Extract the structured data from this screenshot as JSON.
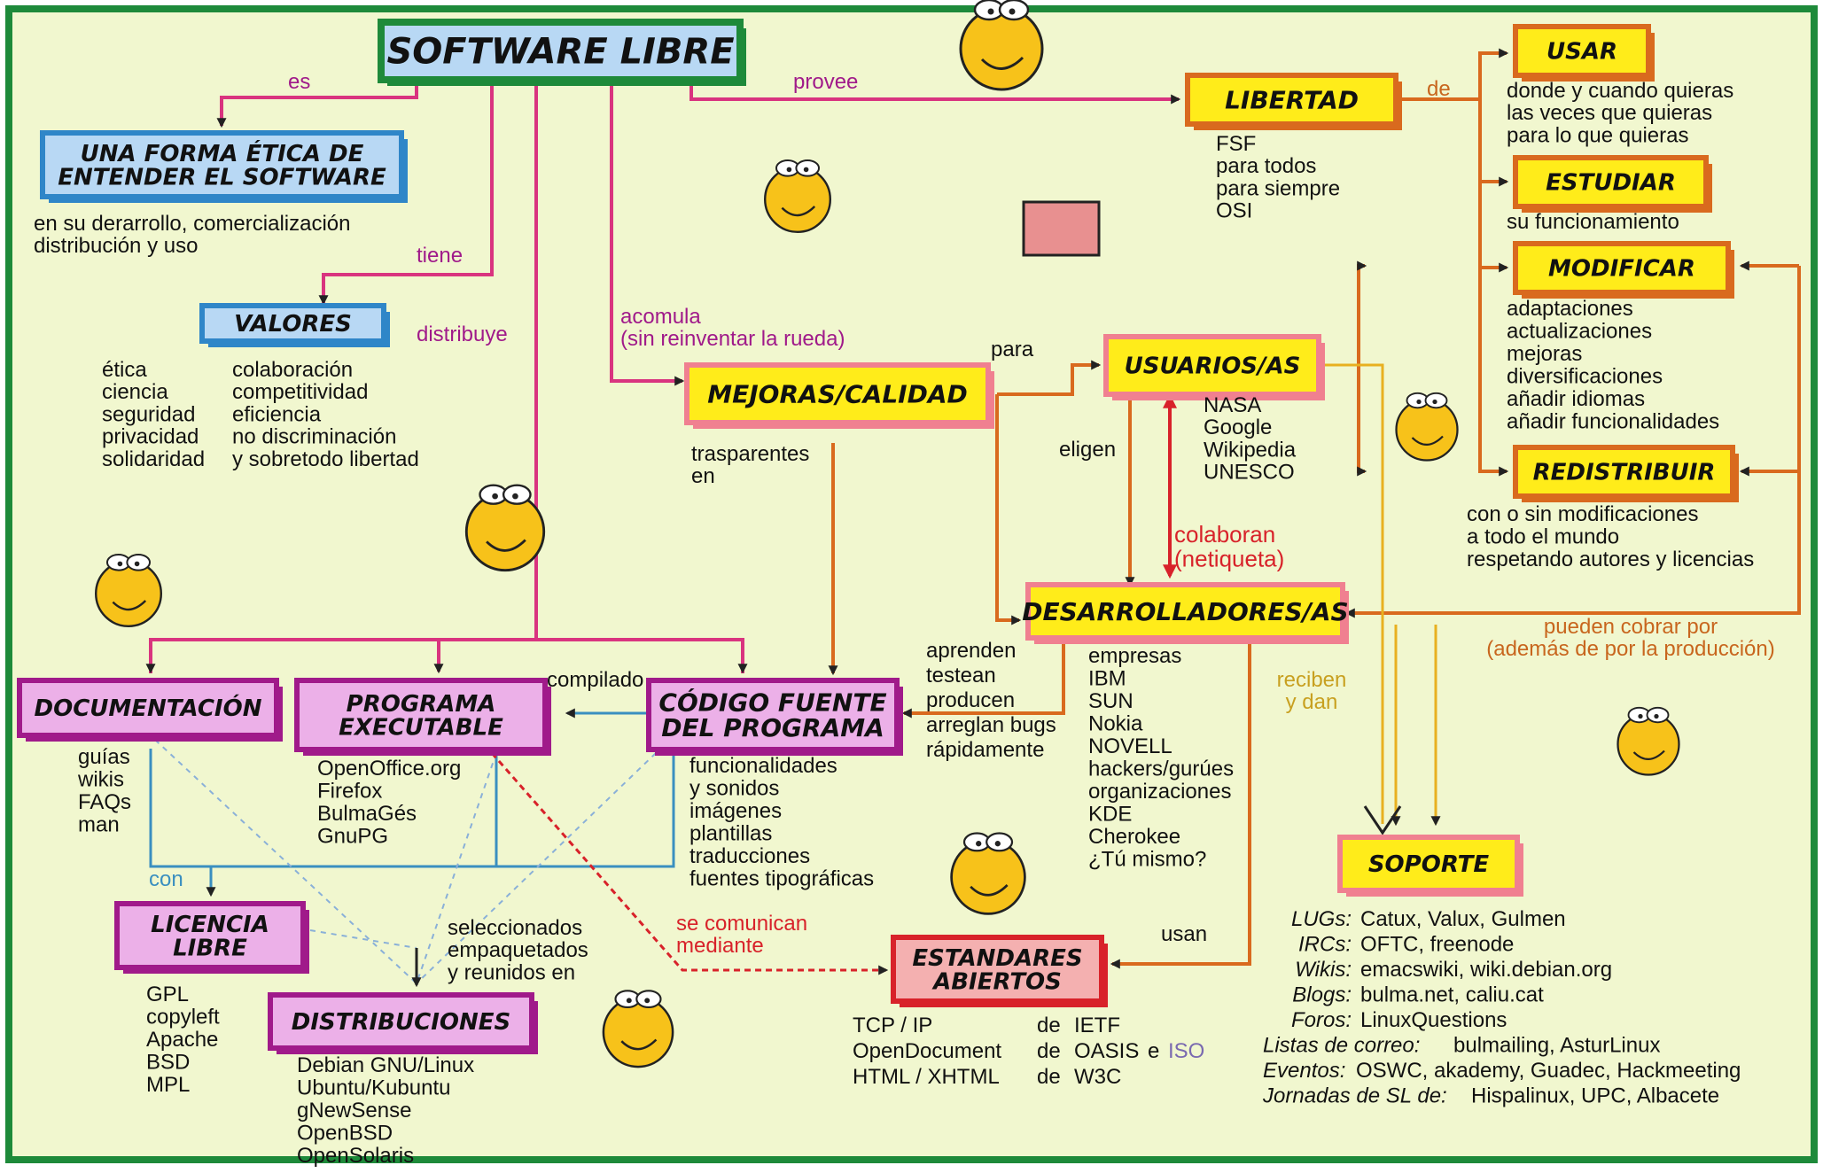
{
  "palette": {
    "bg": "#f1f7cf",
    "border": "#1e8a3a",
    "pink": "#d9347f",
    "orange": "#d96a1e",
    "yellow": "#ffec1a",
    "gold": "#e8b020",
    "red": "#d8222a",
    "blue": "#2f86c8",
    "purple": "#a01a8a",
    "teal": "#3a8fc0"
  },
  "icons": [
    "mascot-icon"
  ],
  "nodes": {
    "software_libre": "SOFTWARE LIBRE",
    "forma_etica": [
      "UNA FORMA ÉTICA DE",
      "ENTENDER EL SOFTWARE"
    ],
    "valores": "VALORES",
    "libertad": "LIBERTAD",
    "usar": "USAR",
    "estudiar": "ESTUDIAR",
    "modificar": "MODIFICAR",
    "redistribuir": "REDISTRIBUIR",
    "mejoras": "MEJORAS/CALIDAD",
    "usuarios": "USUARIOS/AS",
    "desarrolladores": "DESARROLLADORES/AS",
    "documentacion": "DOCUMENTACIÓN",
    "programa": [
      "PROGRAMA",
      "EXECUTABLE"
    ],
    "codigo": [
      "CÓDIGO FUENTE",
      "DEL PROGRAMA"
    ],
    "licencia": [
      "LICENCIA",
      "LIBRE"
    ],
    "distribuciones": "DISTRIBUCIONES",
    "estandares": [
      "ESTANDARES",
      "ABIERTOS"
    ],
    "soporte": "SOPORTE"
  },
  "edges": {
    "es": "es",
    "tiene": "tiene",
    "distribuye": "distribuye",
    "provee": "provee",
    "de": "de",
    "acomula": [
      "acomula",
      "(sin reinventar la rueda)"
    ],
    "para": "para",
    "eligen": "eligen",
    "colaboran": [
      "colaboran",
      "(netiqueta)"
    ],
    "trasparentes": [
      "trasparentes",
      "en"
    ],
    "compilado": "compilado",
    "con": "con",
    "se_comunican": [
      "se comunican",
      "mediante"
    ],
    "seleccionados": [
      "seleccionados",
      "empaquetados",
      "y reunidos en"
    ],
    "usan": "usan",
    "reciben": [
      "reciben",
      "y dan"
    ],
    "pueden_cobrar": [
      "pueden cobrar por",
      "(además de por la producción)"
    ]
  },
  "texts": {
    "forma_etica_desc": [
      "en su derarrollo, comercialización",
      "distribución y uso"
    ],
    "valores_col1": [
      "ética",
      "ciencia",
      "seguridad",
      "privacidad",
      "solidaridad"
    ],
    "valores_col2": [
      "colaboración",
      "competitividad",
      " eficiencia",
      " no discriminación",
      " y sobretodo libertad"
    ],
    "libertad_desc": [
      "FSF",
      " para todos",
      " para siempre",
      "OSI"
    ],
    "usar_desc": [
      "donde y cuando quieras",
      "las veces que quieras",
      "para lo que quieras"
    ],
    "estudiar_desc": [
      "su funcionamiento"
    ],
    "modificar_desc": [
      "adaptaciones",
      "actualizaciones",
      "mejoras",
      "diversificaciones",
      "añadir idiomas",
      "añadir funcionalidades"
    ],
    "redistribuir_desc": [
      "con o sin modificaciones",
      "a todo el mundo",
      "respetando autores y licencias"
    ],
    "usuarios_desc": [
      "NASA",
      "Google",
      "Wikipedia",
      "UNESCO"
    ],
    "dev_actions": [
      "aprenden",
      "testean",
      "producen",
      "arreglan bugs",
      "rápidamente"
    ],
    "dev_list": [
      "empresas",
      "   IBM",
      "   SUN",
      "   Nokia",
      "   NOVELL",
      "hackers/gurúes",
      "organizaciones",
      "   KDE",
      "   Cherokee",
      "¿Tú mismo?"
    ],
    "doc_desc": [
      "guías",
      "wikis",
      "FAQs",
      "man"
    ],
    "prog_desc": [
      "OpenOffice.org",
      "Firefox",
      "BulmaGés",
      "GnuPG"
    ],
    "codigo_desc": [
      "funcionalidades",
      "y sonidos",
      "imágenes",
      "plantillas",
      "traducciones",
      "fuentes tipográficas"
    ],
    "licencia_desc": [
      "GPL",
      "   copyleft",
      "Apache",
      "BSD",
      "MPL"
    ],
    "distros_desc": [
      "Debian GNU/Linux",
      "   Ubuntu/Kubuntu",
      "      gNewSense",
      "OpenBSD",
      "OpenSolaris"
    ],
    "standards": [
      [
        "TCP / IP",
        "de",
        "IETF",
        "",
        ""
      ],
      [
        "OpenDocument",
        "de",
        "OASIS",
        "e",
        "ISO"
      ],
      [
        "HTML / XHTML",
        "de",
        "W3C",
        "",
        ""
      ]
    ],
    "soporte_list": [
      [
        "LUGs:",
        "Catux, Valux, Gulmen"
      ],
      [
        "IRCs:",
        "OFTC, freenode"
      ],
      [
        "Wikis:",
        "emacswiki, wiki.debian.org"
      ],
      [
        "Blogs:",
        "bulma.net, caliu.cat"
      ],
      [
        "Foros:",
        "LinuxQuestions"
      ],
      [
        "Listas de correo:",
        "bulmailing, AsturLinux"
      ],
      [
        "Eventos:",
        "OSWC, akademy, Guadec, Hackmeeting"
      ],
      [
        "Jornadas de SL de:",
        "Hispalinux, UPC, Albacete"
      ]
    ]
  }
}
